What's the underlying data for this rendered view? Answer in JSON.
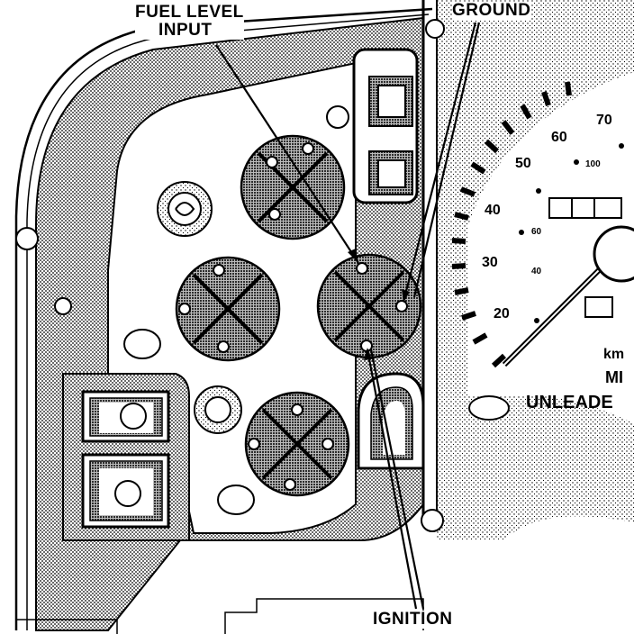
{
  "callouts": {
    "fuel_level_line1": "FUEL LEVEL",
    "fuel_level_line2": "INPUT",
    "ground": "GROUND",
    "ignition": "IGNITION"
  },
  "speedometer": {
    "major_ticks": [
      "20",
      "30",
      "40",
      "50",
      "60",
      "70"
    ],
    "minor_ticks": [
      "40",
      "60",
      "100"
    ],
    "unit_text_1": "km",
    "unit_text_2": "MI",
    "unit_text_3": "UNLEADE"
  },
  "colors": {
    "ink": "#000000",
    "panel_shade": "#9a9a9a",
    "background": "#ffffff"
  }
}
